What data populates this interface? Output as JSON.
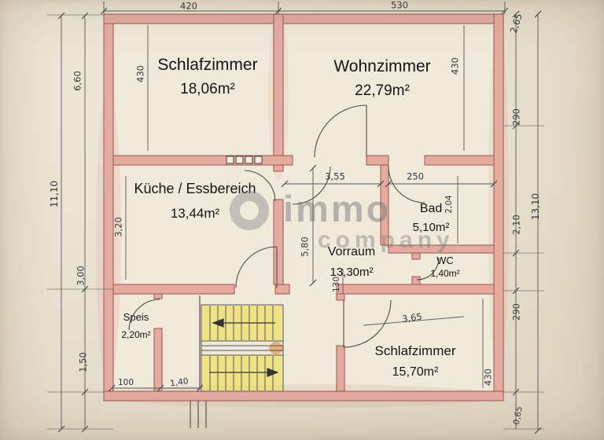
{
  "document": {
    "watermark": {
      "line1": "immo",
      "line2": "company"
    }
  },
  "rooms": [
    {
      "name": "Schlafzimmer",
      "area": "18,06m²"
    },
    {
      "name": "Wohnzimmer",
      "area": "22,79m²"
    },
    {
      "name": "Küche / Essbereich",
      "area": "13,44m²"
    },
    {
      "name": "Bad",
      "area": "5,10m²"
    },
    {
      "name": "Vorraum",
      "area": "13,30m²"
    },
    {
      "name": "WC",
      "area": "1,40m²"
    },
    {
      "name": "Speis",
      "area": "2,20m²"
    },
    {
      "name": "Schlafzimmer",
      "area": "15,70m²"
    }
  ],
  "dims": {
    "schlafzimmer_top_width": "420",
    "wohnzimmer_width": "530",
    "left_upper": "6,60",
    "left_total": "11,10",
    "left_mid": "3,00",
    "schlafzimmer_top_depth": "430",
    "kueche_depth": "3,20",
    "left_lower": "1,50",
    "speis_width": "100",
    "stair_bay_width": "1,40",
    "vorraum_width": "3,55",
    "bad_width": "250",
    "vorraum_depth": "5,80",
    "vorraum_lower": "130",
    "bad_depth": "2,04",
    "schlafzimmer_bottom_width": "3,65",
    "right_top": "2,65",
    "wohnzimmer_depth": "430",
    "right_upper": "290",
    "right_total": "13,10",
    "right_mid": "2,10",
    "right_lower": "290",
    "schlafzimmer_bottom_depth": "430",
    "right_bottom": "0,65"
  },
  "colors": {
    "paper": "#e9e1cf",
    "wall_fill": "#e4aca1",
    "wall_stroke": "#9a544a",
    "ink": "#3c4043",
    "stairs_highlight": "#f0df63",
    "watermark": "#787878"
  }
}
